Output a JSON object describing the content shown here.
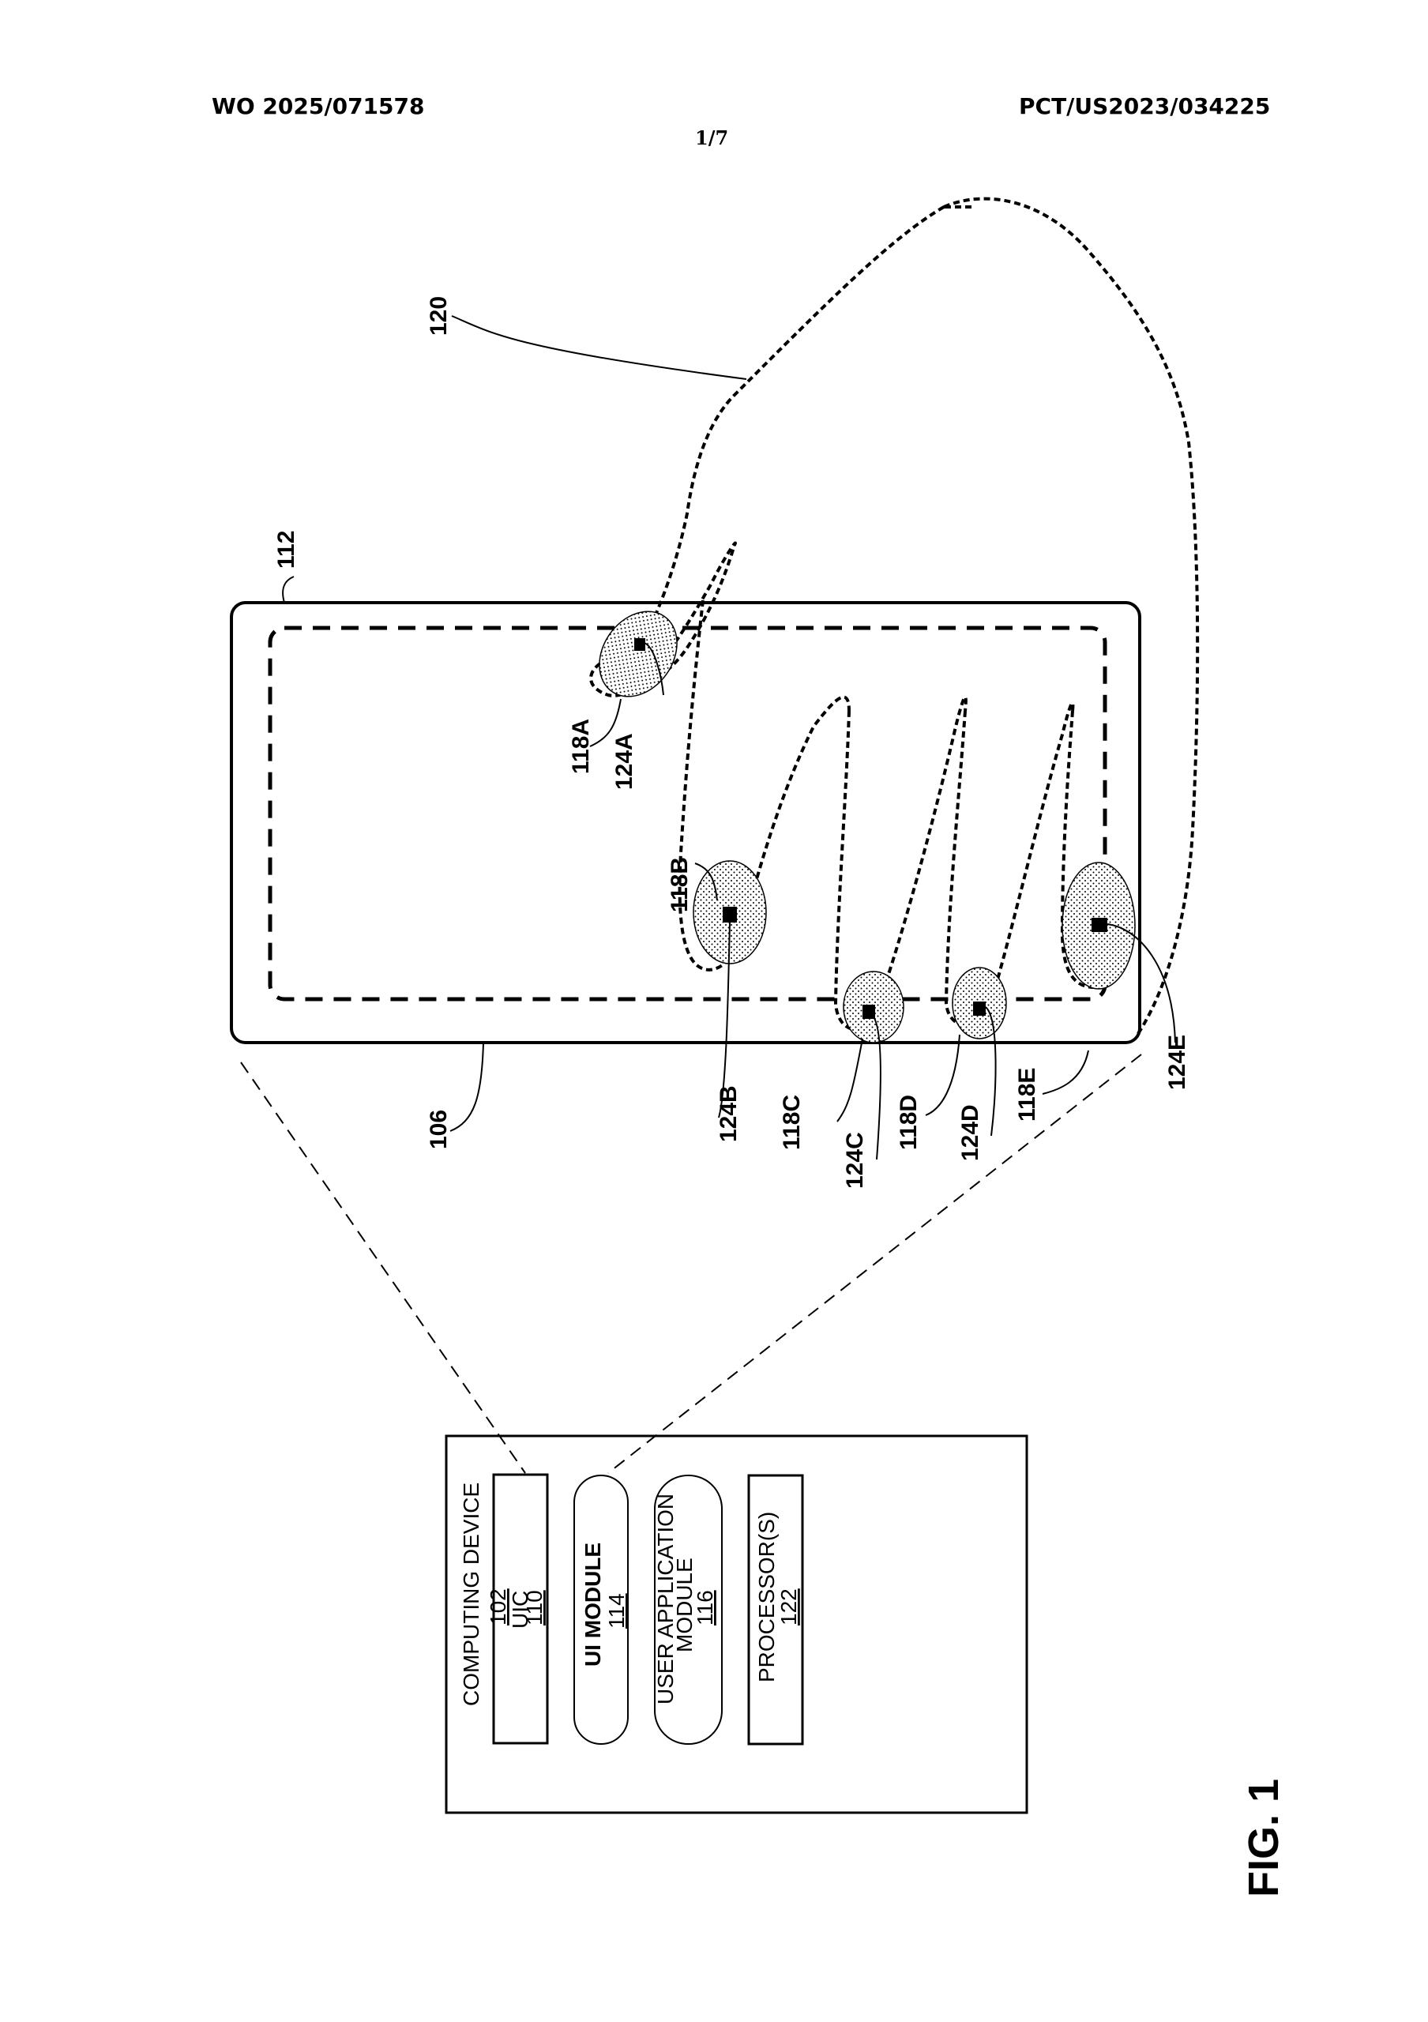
{
  "header": {
    "publication_number": "WO 2025/071578",
    "application_number": "PCT/US2023/034225",
    "sheet": "1/7"
  },
  "figure": {
    "title": "FIG. 1",
    "labels": {
      "phone": "112",
      "display": "106",
      "hand": "120",
      "contact_areas": [
        "118A",
        "118B",
        "118C",
        "118D",
        "118E"
      ],
      "centroids": [
        "124A",
        "124B",
        "124C",
        "124D",
        "124E"
      ]
    },
    "computing_device": {
      "title": "COMPUTING DEVICE",
      "ref": "102",
      "components": [
        {
          "name": "UIC",
          "ref": "110",
          "shape": "rectangle"
        },
        {
          "name": "UI MODULE",
          "ref": "114",
          "shape": "rounded"
        },
        {
          "name_line1": "USER APPLICATION",
          "name_line2": "MODULE",
          "ref": "116",
          "shape": "rounded"
        },
        {
          "name": "PROCESSOR(S)",
          "ref": "122",
          "shape": "rectangle"
        }
      ]
    }
  }
}
